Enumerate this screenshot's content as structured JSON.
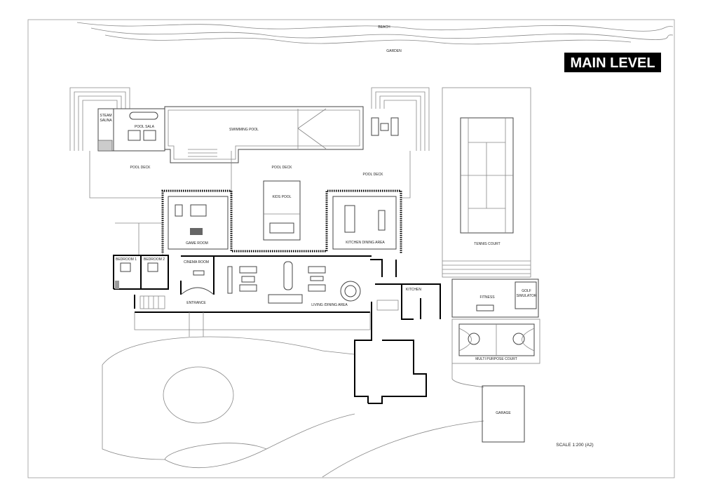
{
  "title": "MAIN LEVEL",
  "scale": "SCALE 1:200 (A2)",
  "context": {
    "beach": "BEACH",
    "garden": "GARDEN"
  },
  "rooms": {
    "steam": "STEAM",
    "sauna": "SAUNA",
    "pool_sala": "POOL SALA",
    "swimming_pool": "SWIMMING POOL",
    "pool_deck_left": "POOL DECK",
    "pool_deck_center": "POOL DECK",
    "pool_deck_right": "POOL DECK",
    "kids_pool": "KIDS POOL",
    "game_room": "GAME ROOM",
    "kitchen_dining": "KITCHEN DINING AREA",
    "tennis_court": "TENNIS COURT",
    "bedroom_1": "BEDROOM 1",
    "bedroom_2": "BEDROOM 2",
    "cinema_room": "CINEMA ROOM",
    "entrance": "ENTRANCE",
    "living_dining": "LIVING /DINING AREA",
    "kitchen": "KITCHEN",
    "fitness": "FITNESS",
    "golf_1": "GOLF",
    "golf_2": "SIMULATOR",
    "multi_purpose_court": "MULTI PURPOSE COURT",
    "garage": "GARAGE"
  }
}
